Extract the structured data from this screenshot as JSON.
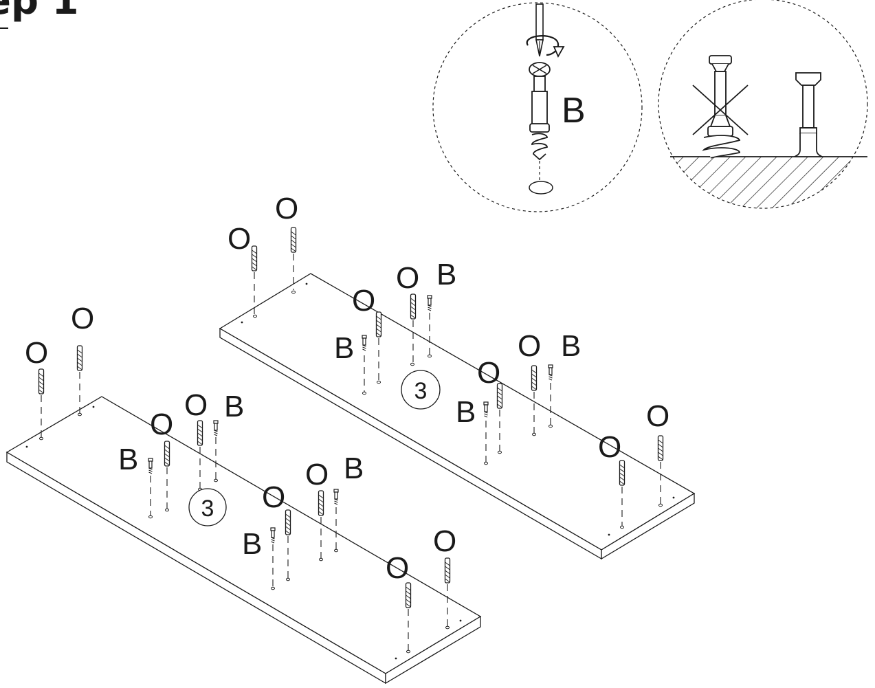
{
  "step": {
    "title": "ep 1"
  },
  "labels": {
    "dowel": "O",
    "cam_bolt": "B",
    "detail_part": "B"
  },
  "panels": [
    {
      "quantity": "3"
    },
    {
      "quantity": "3"
    }
  ],
  "colors": {
    "ink": "#1a1a1a",
    "background": "#ffffff"
  }
}
